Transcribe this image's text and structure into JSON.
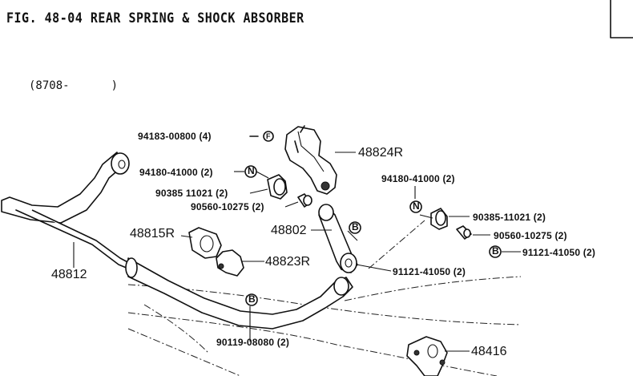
{
  "figure": {
    "title": "FIG. 48-04 REAR SPRING & SHOCK ABSORBER",
    "date_prefix": "(8708-",
    "date_suffix": ")"
  },
  "labels": {
    "p94183": "94183-00800 (4)",
    "p48824R": "48824R",
    "p94180_left": "94180-41000 (2)",
    "p90385_left": "90385 11021 (2)",
    "p90560_left": "90560-10275 (2)",
    "p94180_right": "94180-41000 (2)",
    "p90385_right": "90385-11021 (2)",
    "p90560_right": "90560-10275 (2)",
    "p91121_right": "91121-41050 (2)",
    "p48815R": "48815R",
    "p48802": "48802",
    "p48823R": "48823R",
    "p91121_center": "91121-41050 (2)",
    "p48812": "48812",
    "p90119": "90119-08080 (2)",
    "p48416": "48416"
  },
  "markers": {
    "n": "N",
    "b": "B"
  }
}
